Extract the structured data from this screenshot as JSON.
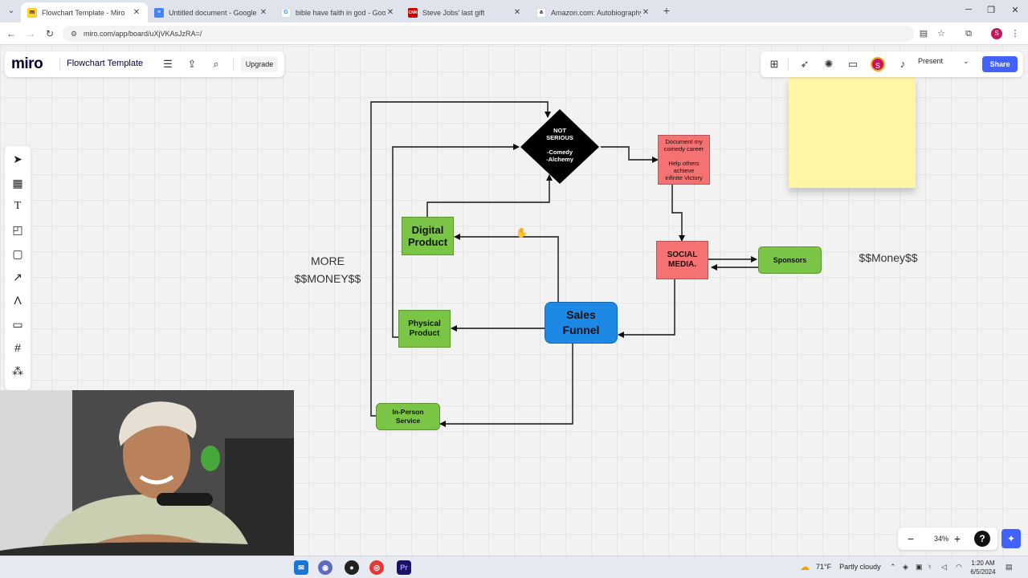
{
  "browser": {
    "tabs": [
      {
        "title": "Flowchart Template - Miro",
        "fav_color": "#ffd02f",
        "fav_glyph": "m",
        "active": true
      },
      {
        "title": "Untitled document - Google Do",
        "fav_color": "#4285f4",
        "fav_glyph": "≡",
        "active": false
      },
      {
        "title": "bible have faith in god - Googl",
        "fav_color": "#ffffff",
        "fav_glyph": "G",
        "active": false
      },
      {
        "title": "Steve Jobs' last gift",
        "fav_color": "#cc0000",
        "fav_glyph": "CNN",
        "active": false
      },
      {
        "title": "Amazon.com: Autobiography of",
        "fav_color": "#ffffff",
        "fav_glyph": "a",
        "active": false
      }
    ],
    "url": "miro.com/app/board/uXjVKAsJzRA=/",
    "profile_initial": "S"
  },
  "miro": {
    "logo": "miro",
    "board_title": "Flowchart Template",
    "upgrade_label": "Upgrade",
    "present_label": "Present",
    "share_label": "Share",
    "avatar_initial": "S",
    "zoom": "34%"
  },
  "flowchart": {
    "diamond": "NOT\nSERIOUS\n\n-Comedy\n-Alchemy",
    "document": "Document my\ncomedy career\n\nHelp others\nachieve\ninfinite Victory",
    "social_media": "SOCIAL\nMEDIA.",
    "sponsors": "Sponsors",
    "money_label": "$$Money$$",
    "digital_product": "Digital\nProduct",
    "physical_product": "Physical\nProduct",
    "sales_funnel": "Sales\nFunnel",
    "in_person": "In-Person\nService",
    "more_money": "MORE\n$$MONEY$$"
  },
  "taskbar": {
    "weather_temp": "71°F",
    "weather_desc": "Partly cloudy",
    "time": "1:20 AM",
    "date": "6/5/2024"
  },
  "colors": {
    "node_green": "#7bc546",
    "node_red": "#f47272",
    "node_blue": "#1e88e5",
    "sticky_yellow": "#fef5a5",
    "share_blue": "#4262ff"
  }
}
